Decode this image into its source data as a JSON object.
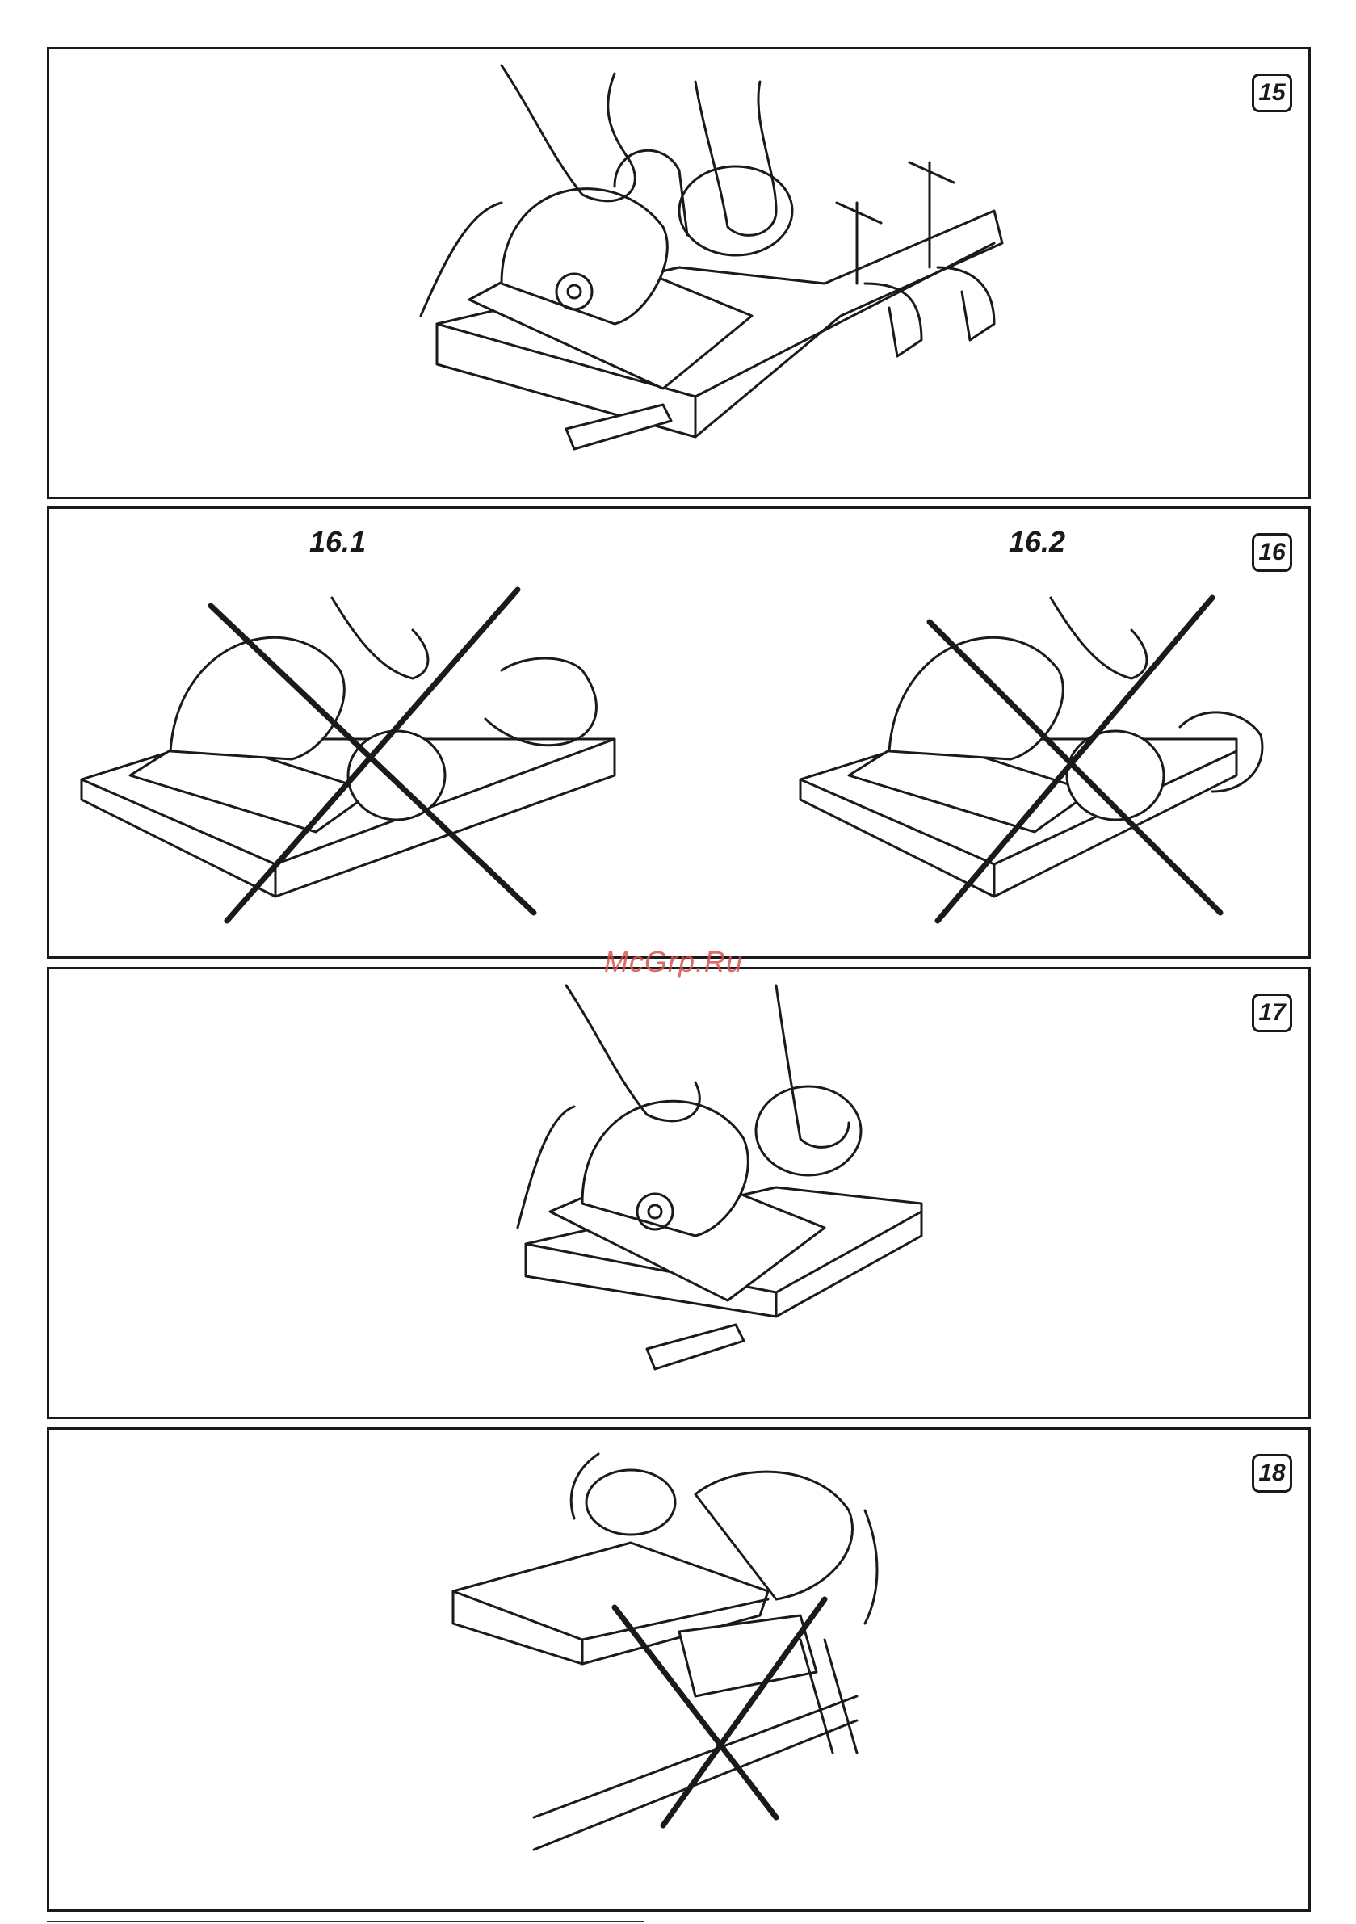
{
  "figures": [
    {
      "id": "p15",
      "number": "15"
    },
    {
      "id": "p16",
      "number": "16",
      "sub_labels": [
        "16.1",
        "16.2"
      ]
    },
    {
      "id": "p17",
      "number": "17"
    },
    {
      "id": "p18",
      "number": "18"
    }
  ],
  "watermark": "McGrp.Ru",
  "colors": {
    "ink": "#1a1a1a",
    "watermark": "#d9534f"
  }
}
